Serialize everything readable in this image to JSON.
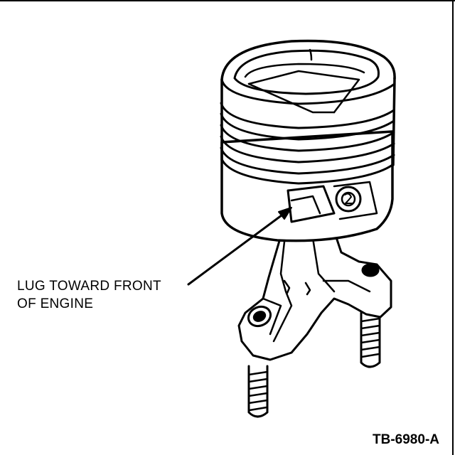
{
  "callout": {
    "line1": "LUG TOWARD FRONT",
    "line2": "OF ENGINE"
  },
  "figure_code": "TB-6980-A",
  "colors": {
    "ink": "#000000",
    "paper": "#ffffff"
  }
}
